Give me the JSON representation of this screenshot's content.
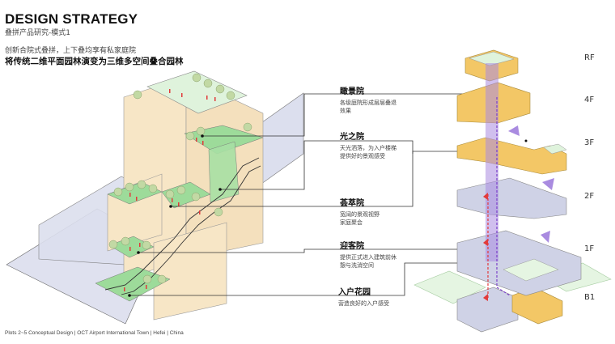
{
  "header": {
    "title": "DESIGN STRATEGY",
    "subtitle": "叠拼产品研究-模式1",
    "intro_line1": "创新合院式叠拼，上下叠均享有私家庭院",
    "intro_line2": "将传统二维平面园林演变为三维多空间叠合园林"
  },
  "courtyards": [
    {
      "name": "瞰景院",
      "desc": [
        "各级庭院形成层层叠退",
        "效果"
      ]
    },
    {
      "name": "光之院",
      "desc": [
        "天光洒落，为入户楼梯",
        "提供好的景观感受"
      ]
    },
    {
      "name": "荟萃院",
      "desc": [
        "宽阔的景观视野",
        "家庭聚会"
      ]
    },
    {
      "name": "迎客院",
      "desc": [
        "提供正式进入建筑前休",
        "憩与洗消空间"
      ]
    },
    {
      "name": "入户花园",
      "desc": [
        "营造良好的入户感受"
      ]
    }
  ],
  "floors": [
    "RF",
    "4F",
    "3F",
    "2F",
    "1F",
    "B1"
  ],
  "colors": {
    "tan": "#f7e6c6",
    "yellow": "#f3c766",
    "lavender": "#d6d8ea",
    "green": "#9ddb9a",
    "light_green": "#dff3dc",
    "purple": "#a98be0",
    "red_arrow": "#e23a3a",
    "purple_arrow": "#7b3fc9"
  },
  "footer": "Plots 2~5 Conceptual Design | OCT Airport International Town | Hefei | China"
}
